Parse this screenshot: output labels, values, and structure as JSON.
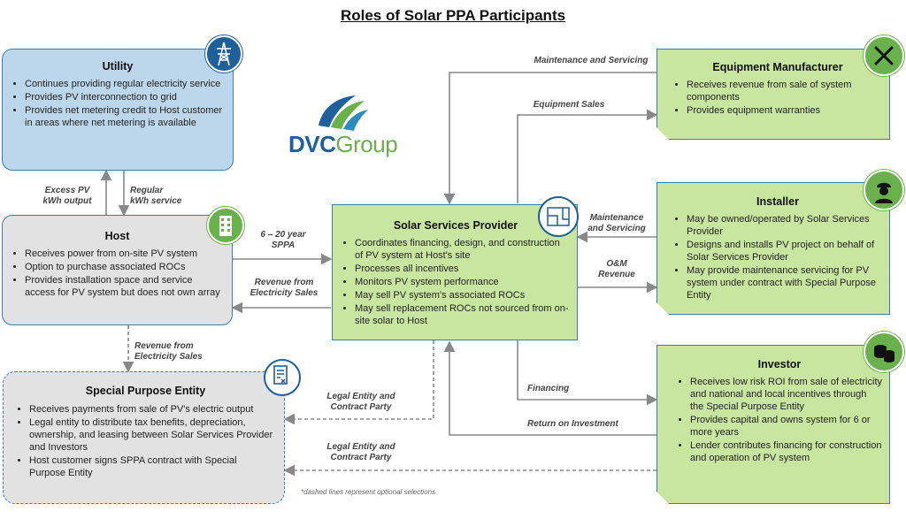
{
  "title": "Roles of Solar PPA Participants",
  "logo": {
    "text_dvc": "DVC",
    "text_group": "Group"
  },
  "boxes": {
    "utility": {
      "title": "Utility",
      "bullets": [
        "Continues providing regular electricity service",
        "Provides PV interconnection to grid",
        "Provides net metering credit to Host customer in areas where net metering is available"
      ]
    },
    "host": {
      "title": "Host",
      "bullets": [
        "Receives power from on-site PV system",
        "Option to purchase associated ROCs",
        "Provides installation space and service access for PV system but does not own array"
      ]
    },
    "spe": {
      "title": "Special Purpose Entity",
      "bullets": [
        "Receives payments from sale of PV's electric output",
        "Legal entity to distribute tax benefits, depreciation, ownership, and leasing between Solar Services Provider and Investors",
        "Host customer signs SPPA contract with Special Purpose Entity"
      ]
    },
    "ssp": {
      "title": "Solar Services Provider",
      "bullets": [
        "Coordinates financing, design, and construction of PV system at Host's site",
        "Processes all incentives",
        "Monitors PV system performance",
        "May sell PV system's associated ROCs",
        "May sell replacement ROCs not sourced from on-site solar to Host"
      ]
    },
    "equipment": {
      "title": "Equipment Manufacturer",
      "bullets": [
        "Receives revenue from sale of system components",
        "Provides equipment warranties"
      ]
    },
    "installer": {
      "title": "Installer",
      "bullets": [
        "May be owned/operated by Solar Services Provider",
        "Designs and installs PV project on behalf of Solar Services Provider",
        "May provide maintenance servicing for PV system under contract with Special Purpose Entity"
      ]
    },
    "investor": {
      "title": "Investor",
      "bullets": [
        "Receives low risk ROI from sale of electricity and national and local incentives through the Special Purpose Entity",
        "Provides capital and owns system for 6 or more years",
        "Lender contributes financing for construction and operation of PV system"
      ]
    }
  },
  "labels": {
    "excess_pv": "Excess PV\nkWh output",
    "regular_kwh": "Regular\nkWh service",
    "sppa": "6 – 20 year\nSPPA",
    "rev_elec_1": "Revenue from\nElectricity Sales",
    "rev_elec_2": "Revenue from\nElectricity Sales",
    "maint_top": "Maintenance and Servicing",
    "equip_sales": "Equipment Sales",
    "maint_inst": "Maintenance\nand Servicing",
    "om_revenue": "O&M\nRevenue",
    "financing": "Financing",
    "roi": "Return on Investment",
    "legal_1": "Legal Entity and\nContract Party",
    "legal_2": "Legal Entity and\nContract Party"
  },
  "footnote": "*dashed lines represent optional selections",
  "colors": {
    "blue_box": "#bcd7ec",
    "gray_box": "#e2e2e2",
    "green_box": "#c8e6a0",
    "border": "#3a7fb0",
    "icon_blue": "#1f5f9a",
    "icon_green": "#6ab04c",
    "arrow": "#888888"
  },
  "icons": [
    "power-tower-icon",
    "building-icon",
    "document-icon",
    "blueprint-icon",
    "tools-icon",
    "worker-icon",
    "coins-icon"
  ]
}
